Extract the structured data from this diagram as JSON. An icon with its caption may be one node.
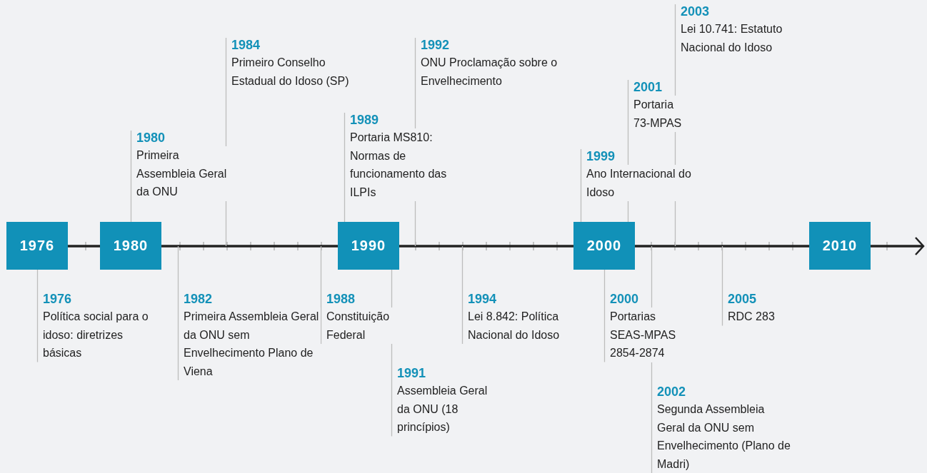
{
  "diagram": {
    "nodes": [
      {
        "text": [
          "1976"
        ]
      },
      {
        "text": [
          "1980"
        ]
      },
      {
        "text": [
          "1990"
        ]
      },
      {
        "text": [
          "2000"
        ]
      },
      {
        "text": [
          "2010"
        ]
      },
      {
        "text": [
          "1976",
          "Política social para o idoso: diretrizes básicas"
        ]
      },
      {
        "text": [
          "1980",
          "Primeira Assembleia Geral da ONU"
        ]
      },
      {
        "text": [
          "1982",
          "Primeira Assembleia Geral da ONU sem Envelhecimento Plano de Viena"
        ]
      },
      {
        "text": [
          "1984",
          "Primeiro Conselho Estadual do Idoso (SP)"
        ]
      },
      {
        "text": [
          "1988",
          "Constituição Federal"
        ]
      },
      {
        "text": [
          "1989",
          "Portaria MS810: Normas de funcionamento das ILPIs"
        ]
      },
      {
        "text": [
          "1991",
          "Assembleia Geral da ONU (18 princípios)"
        ]
      },
      {
        "text": [
          "1992",
          "ONU Proclamação sobre o Envelhecimento"
        ]
      },
      {
        "text": [
          "1994",
          "Lei 8.842: Política Nacional do Idoso"
        ]
      },
      {
        "text": [
          "1999",
          "Ano Internacional do Idoso"
        ]
      },
      {
        "text": [
          "2000",
          "Portarias SEAS-MPAS 2854-2874"
        ]
      },
      {
        "text": [
          "2001",
          "Portaria 73-MPAS"
        ]
      },
      {
        "text": [
          "2002",
          "Segunda Assembleia Geral da ONU sem Envelhecimento (Plano de Madri)"
        ]
      },
      {
        "text": [
          "2003",
          "Lei 10.741: Estatuto Nacional do Idoso"
        ]
      },
      {
        "text": [
          "2005",
          "RDC 283"
        ]
      }
    ],
    "edges": [
      {
        "from": 0,
        "to": 1,
        "arrow": "none",
        "style": "thick",
        "color": "#222222"
      },
      {
        "from": 1,
        "to": 2,
        "arrow": "none",
        "style": "thick",
        "color": "#222222"
      },
      {
        "from": 2,
        "to": 3,
        "arrow": "none",
        "style": "thick",
        "color": "#222222"
      },
      {
        "from": 3,
        "to": 4,
        "arrow": "none",
        "style": "thick",
        "color": "#222222"
      },
      {
        "from": 4,
        "to": null,
        "arrow": "to",
        "style": "thick",
        "color": "#222222"
      },
      {
        "from": 5,
        "to": 0,
        "arrow": "none"
      },
      {
        "from": 6,
        "to": 1,
        "arrow": "none"
      },
      {
        "from": 7,
        "to": null,
        "arrow": "none"
      },
      {
        "from": 8,
        "to": null,
        "arrow": "none"
      },
      {
        "from": 9,
        "to": null,
        "arrow": "none"
      },
      {
        "from": 10,
        "to": 2,
        "arrow": "none"
      },
      {
        "from": 11,
        "to": 2,
        "arrow": "none"
      },
      {
        "from": 12,
        "to": null,
        "arrow": "none"
      },
      {
        "from": 13,
        "to": null,
        "arrow": "none"
      },
      {
        "from": 14,
        "to": 3,
        "arrow": "none"
      },
      {
        "from": 15,
        "to": 3,
        "arrow": "none"
      },
      {
        "from": 16,
        "to": 3,
        "arrow": "none"
      },
      {
        "from": 17,
        "to": null,
        "arrow": "none"
      },
      {
        "from": 18,
        "to": null,
        "arrow": "none"
      },
      {
        "from": 19,
        "to": null,
        "arrow": "none"
      }
    ]
  }
}
